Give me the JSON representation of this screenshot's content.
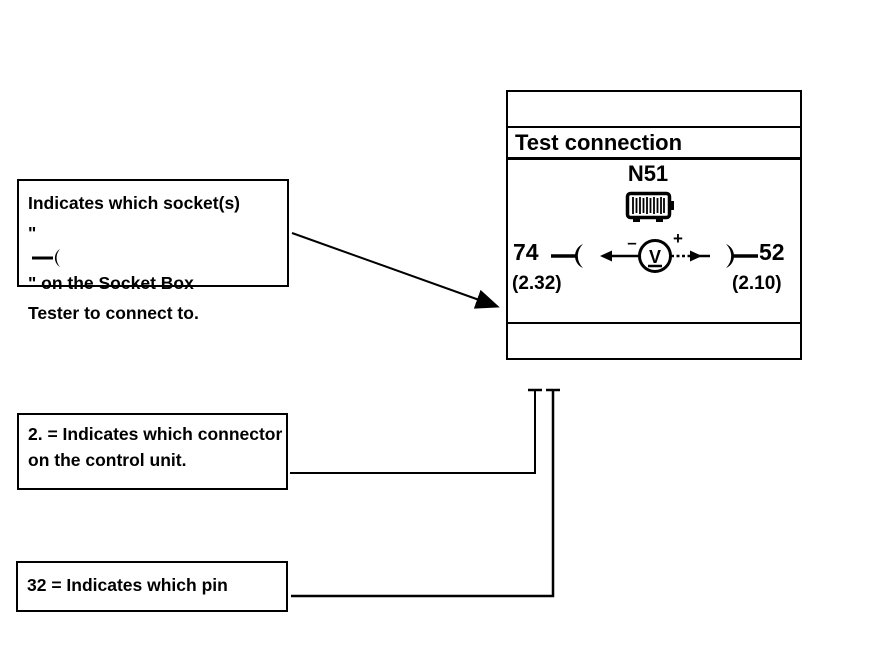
{
  "colors": {
    "ink": "#000000",
    "paper": "#ffffff"
  },
  "test_box": {
    "header": "Test connection",
    "unit_label": "N51",
    "left_pin": "74",
    "left_ref": "(2.32)",
    "right_pin": "52",
    "right_ref": "(2.10)",
    "meter": {
      "letter": "V",
      "minus": "–",
      "plus": "+"
    }
  },
  "callouts": {
    "socket": {
      "line1": "Indicates which socket(s)",
      "quote_open": "\"",
      "line2_rest": "\" on the Socket Box",
      "line3": "Tester to connect to."
    },
    "connector": {
      "line1": "2. = Indicates which connector",
      "line2": "on the control unit."
    },
    "pin": {
      "line1": "32 = Indicates which pin"
    }
  }
}
